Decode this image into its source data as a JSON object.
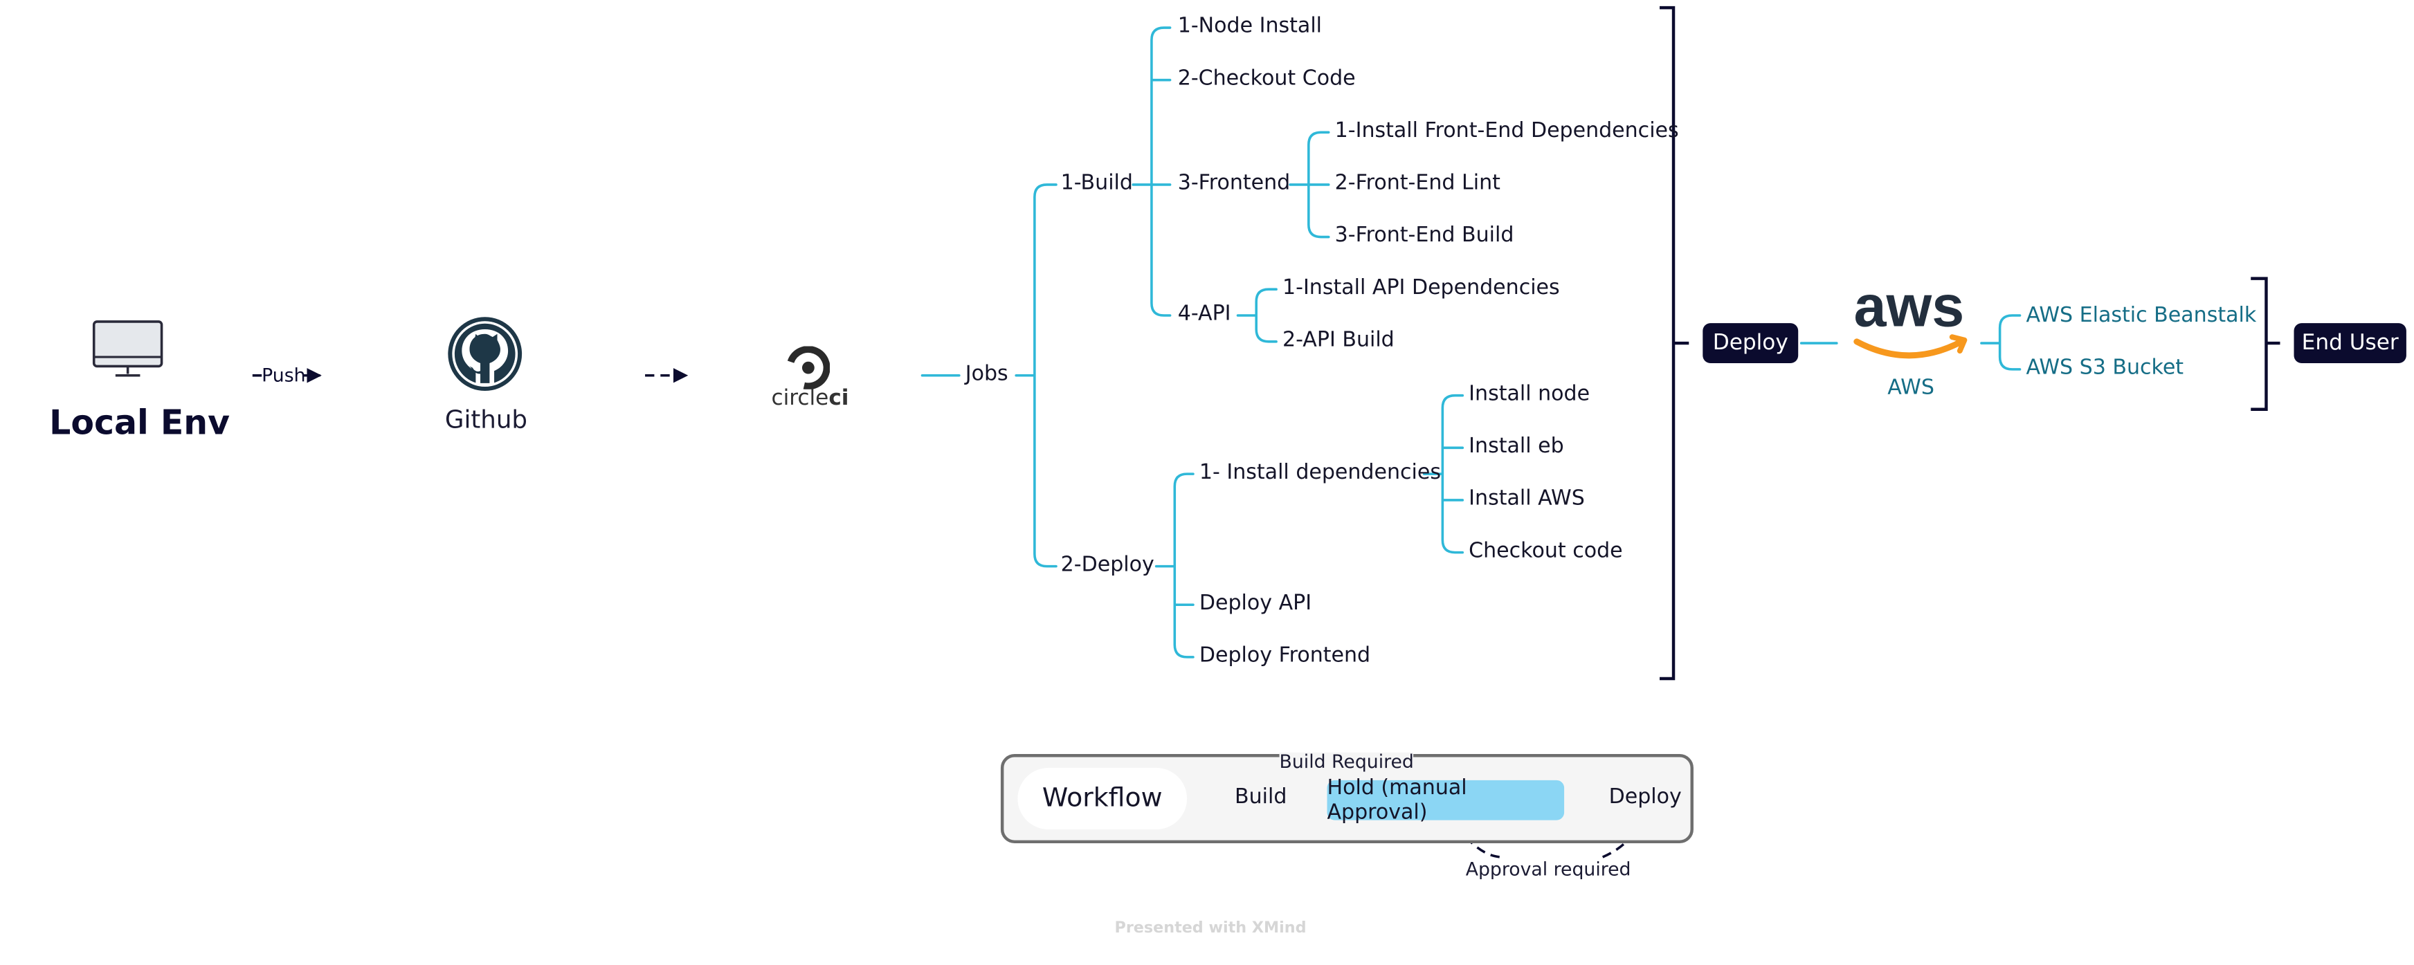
{
  "source": {
    "local_env": "Local Env",
    "push": "Push",
    "github": "Github",
    "circleci_prefix": "circle",
    "circleci_suffix": "ci"
  },
  "jobs": {
    "label": "Jobs",
    "build": {
      "label": "1-Build",
      "steps": [
        "1-Node Install",
        "2-Checkout Code",
        "3-Frontend",
        "4-API"
      ],
      "frontend_steps": [
        "1-Install Front-End Dependencies",
        "2-Front-End Lint",
        "3-Front-End Build"
      ],
      "api_steps": [
        "1-Install API Dependencies",
        "2-API Build"
      ]
    },
    "deploy": {
      "label": "2-Deploy",
      "steps": [
        "1- Install dependencies",
        "Deploy API",
        "Deploy Frontend"
      ],
      "dependency_steps": [
        "Install node",
        "Install eb",
        "Install AWS",
        "Checkout code"
      ]
    }
  },
  "deploy_label": "Deploy",
  "aws": {
    "logo_text": "aws",
    "caption": "AWS",
    "services": [
      "AWS Elastic Beanstalk",
      "AWS S3 Bucket"
    ]
  },
  "end_user": "End User",
  "workflow": {
    "title": "Workflow",
    "build": "Build",
    "hold": "Hold (manual Approval)",
    "deploy": "Deploy",
    "build_required": "Build Required",
    "approval_required": "Approval required"
  },
  "footer": "Presented with XMind",
  "colors": {
    "connector": "#2fb8d8",
    "dark": "#0b0b2e",
    "aws_orange": "#f7981d",
    "aws_text": "#232f3e",
    "aws_link": "#156d86",
    "hold_fill": "#8bd6f4"
  },
  "icons": [
    "monitor-icon",
    "github-icon",
    "circleci-icon",
    "aws-logo-icon"
  ]
}
